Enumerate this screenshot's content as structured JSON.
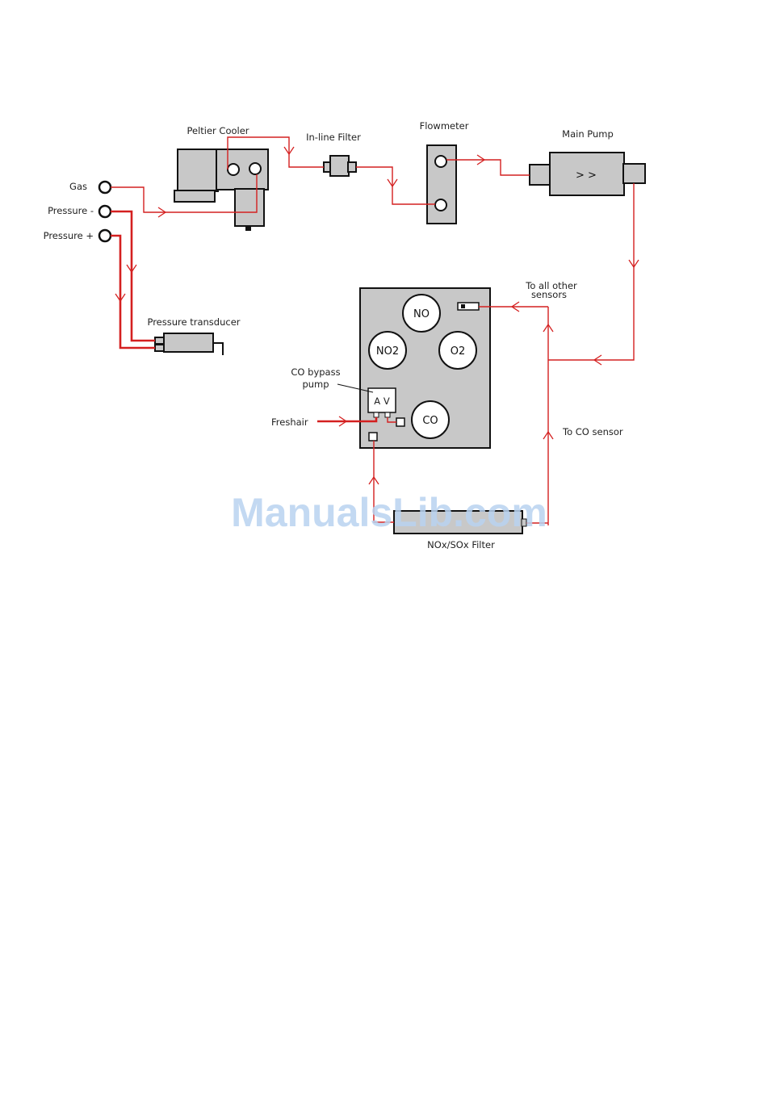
{
  "colors": {
    "line": "#d42020",
    "component_fill": "#c8c8c8",
    "outline": "#111111",
    "watermark": "#b8d2f0"
  },
  "labels": {
    "peltier_cooler": "Peltier Cooler",
    "inline_filter": "In-line Filter",
    "flowmeter": "Flowmeter",
    "main_pump": "Main Pump",
    "gas": "Gas",
    "pressure_minus": "Pressure -",
    "pressure_plus": "Pressure +",
    "pressure_transducer": "Pressure transducer",
    "to_all_other_sensors_line1": "To all other",
    "to_all_other_sensors_line2": "sensors",
    "co_bypass_pump_line1": "CO bypass",
    "co_bypass_pump_line2": "pump",
    "fresh_air": "Freshair",
    "to_co_sensor": "To CO sensor",
    "nox_sox_filter": "NOx/SOx Filter"
  },
  "sensors": {
    "no": "NO",
    "no2": "NO2",
    "o2": "O2",
    "co": "CO"
  },
  "pump_glyphs": {
    "main": "> >",
    "bypass": "A V"
  },
  "watermark": "ManualsLib.com"
}
